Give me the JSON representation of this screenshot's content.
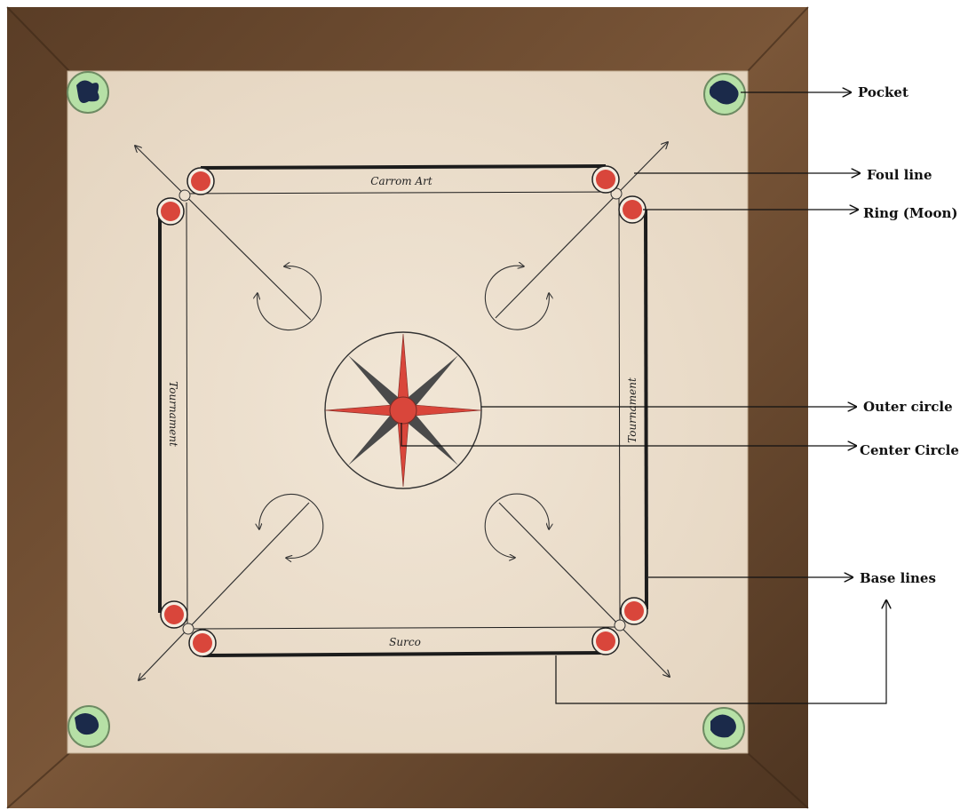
{
  "colors": {
    "frame": "#6b4a2f",
    "frame_dark": "#4a3120",
    "surface": "#ecdfcd",
    "line": "#1c1c1c",
    "ring_red": "#d9463b",
    "star_red": "#d9463b",
    "star_dark": "#4a4a4a",
    "pocket_green": "#b6e0a6",
    "pocket_dark": "#1b2a4a"
  },
  "board_text": {
    "top": "Carrom Art",
    "bottom": "Surco",
    "left": "Tournament",
    "right": "Tournament"
  },
  "labels": {
    "pocket": "Pocket",
    "foul_line": "Foul line",
    "ring": "Ring (Moon)",
    "outer_circle": "Outer circle",
    "center_circle": "Center Circle",
    "base_lines": "Base lines"
  }
}
